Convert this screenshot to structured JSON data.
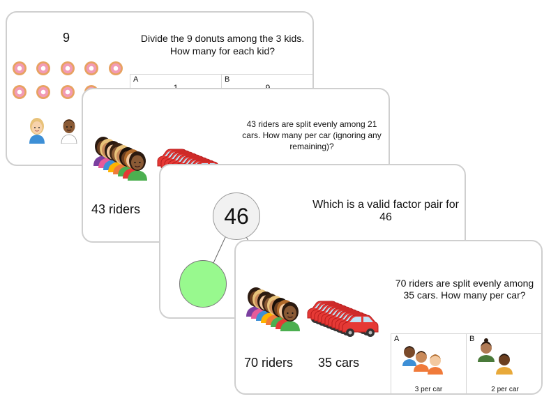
{
  "cards": [
    {
      "number": "9",
      "question": "Divide the 9 donuts among the 3 kids. How many for each kid?",
      "options": [
        {
          "label": "A",
          "value": "1"
        },
        {
          "label": "B",
          "value": "9"
        }
      ]
    },
    {
      "question": "43 riders are split evenly among 21 cars. How many per car (ignoring any remaining)?",
      "riders_label": "43 riders"
    },
    {
      "number": "46",
      "question": "Which is a valid factor pair for 46"
    },
    {
      "question": "70 riders are split evenly among 35 cars. How many per car?",
      "riders_label": "70 riders",
      "cars_label": "35 cars",
      "options": [
        {
          "label": "A",
          "value": "3 per car"
        },
        {
          "label": "B",
          "value": "2 per car"
        }
      ]
    }
  ],
  "colors": {
    "card_border": "#cfcfcf",
    "donut_icing": "#f29bb5",
    "donut_dough": "#e7a261",
    "car_red": "#e53935",
    "green_circle": "#98f98e"
  }
}
